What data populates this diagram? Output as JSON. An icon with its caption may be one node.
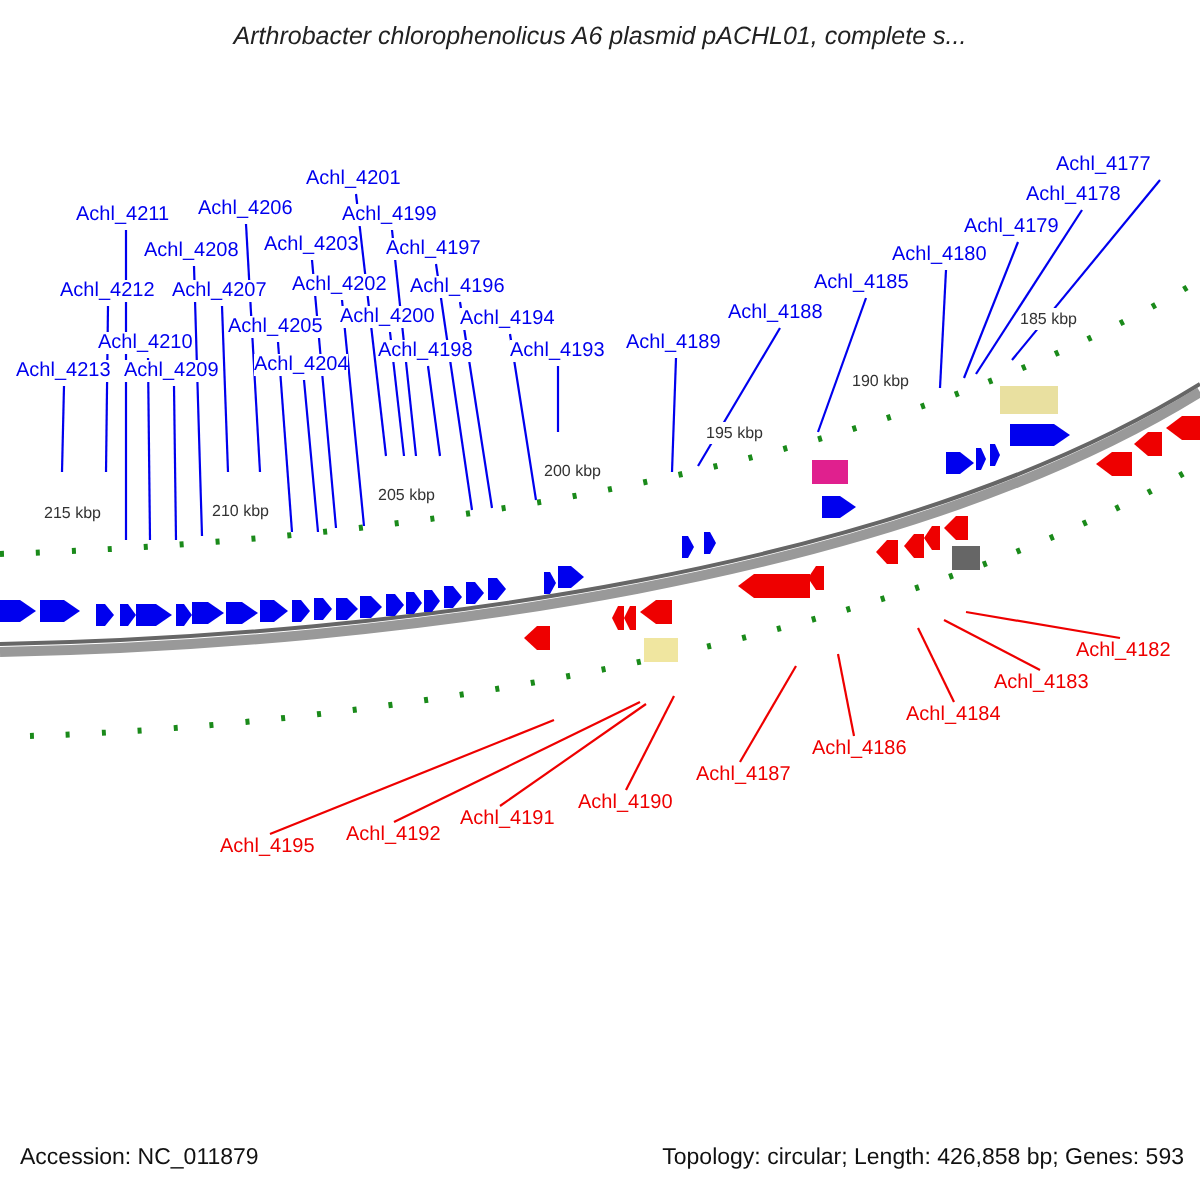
{
  "diagram": {
    "title": "Arthrobacter chlorophenolicus A6 plasmid pACHL01, complete s...",
    "nodes": [
      {
        "text": [
          "Achl_4213"
        ]
      },
      {
        "text": [
          "Achl_4212"
        ]
      },
      {
        "text": [
          "Achl_4211"
        ]
      },
      {
        "text": [
          "Achl_4210"
        ]
      },
      {
        "text": [
          "Achl_4209"
        ]
      },
      {
        "text": [
          "Achl_4208"
        ]
      },
      {
        "text": [
          "Achl_4207"
        ]
      },
      {
        "text": [
          "Achl_4206"
        ]
      },
      {
        "text": [
          "Achl_4205"
        ]
      },
      {
        "text": [
          "Achl_4204"
        ]
      },
      {
        "text": [
          "Achl_4203"
        ]
      },
      {
        "text": [
          "Achl_4202"
        ]
      },
      {
        "text": [
          "Achl_4201"
        ]
      },
      {
        "text": [
          "Achl_4200"
        ]
      },
      {
        "text": [
          "Achl_4199"
        ]
      },
      {
        "text": [
          "Achl_4198"
        ]
      },
      {
        "text": [
          "Achl_4197"
        ]
      },
      {
        "text": [
          "Achl_4196"
        ]
      },
      {
        "text": [
          "Achl_4194"
        ]
      },
      {
        "text": [
          "Achl_4193"
        ]
      },
      {
        "text": [
          "Achl_4189"
        ]
      },
      {
        "text": [
          "Achl_4188"
        ]
      },
      {
        "text": [
          "Achl_4185"
        ]
      },
      {
        "text": [
          "Achl_4180"
        ]
      },
      {
        "text": [
          "Achl_4179"
        ]
      },
      {
        "text": [
          "Achl_4178"
        ]
      },
      {
        "text": [
          "Achl_4177"
        ]
      },
      {
        "text": [
          "Achl_4195"
        ]
      },
      {
        "text": [
          "Achl_4192"
        ]
      },
      {
        "text": [
          "Achl_4191"
        ]
      },
      {
        "text": [
          "Achl_4190"
        ]
      },
      {
        "text": [
          "Achl_4187"
        ]
      },
      {
        "text": [
          "Achl_4186"
        ]
      },
      {
        "text": [
          "Achl_4184"
        ]
      },
      {
        "text": [
          "Achl_4183"
        ]
      },
      {
        "text": [
          "Achl_4182"
        ]
      }
    ],
    "edges": [
      {
        "from": 0,
        "to": null,
        "arrow": "none"
      },
      {
        "from": 1,
        "to": null,
        "arrow": "none"
      },
      {
        "from": 2,
        "to": null,
        "arrow": "none"
      },
      {
        "from": 3,
        "to": null,
        "arrow": "none"
      },
      {
        "from": 4,
        "to": null,
        "arrow": "none"
      },
      {
        "from": 5,
        "to": null,
        "arrow": "none"
      },
      {
        "from": 6,
        "to": null,
        "arrow": "none"
      },
      {
        "from": 7,
        "to": null,
        "arrow": "none"
      },
      {
        "from": 8,
        "to": null,
        "arrow": "none"
      },
      {
        "from": 9,
        "to": null,
        "arrow": "none"
      },
      {
        "from": 10,
        "to": null,
        "arrow": "none"
      },
      {
        "from": 11,
        "to": null,
        "arrow": "none"
      },
      {
        "from": 12,
        "to": null,
        "arrow": "none"
      },
      {
        "from": 13,
        "to": null,
        "arrow": "none"
      },
      {
        "from": 14,
        "to": null,
        "arrow": "none"
      },
      {
        "from": 15,
        "to": null,
        "arrow": "none"
      },
      {
        "from": 16,
        "to": null,
        "arrow": "none"
      },
      {
        "from": 17,
        "to": null,
        "arrow": "none"
      },
      {
        "from": 18,
        "to": null,
        "arrow": "none"
      },
      {
        "from": 19,
        "to": null,
        "arrow": "none"
      },
      {
        "from": 20,
        "to": null,
        "arrow": "none"
      },
      {
        "from": 21,
        "to": null,
        "arrow": "none"
      },
      {
        "from": 22,
        "to": null,
        "arrow": "none"
      },
      {
        "from": 23,
        "to": null,
        "arrow": "none"
      },
      {
        "from": 24,
        "to": null,
        "arrow": "none"
      },
      {
        "from": 25,
        "to": null,
        "arrow": "none"
      },
      {
        "from": 26,
        "to": null,
        "arrow": "none"
      },
      {
        "from": 27,
        "to": null,
        "arrow": "none",
        "color": "#ee0000"
      },
      {
        "from": 28,
        "to": null,
        "arrow": "none",
        "color": "#ee0000"
      },
      {
        "from": 29,
        "to": null,
        "arrow": "none",
        "color": "#ee0000"
      },
      {
        "from": 30,
        "to": null,
        "arrow": "none",
        "color": "#ee0000"
      },
      {
        "from": 31,
        "to": null,
        "arrow": "none",
        "color": "#ee0000"
      },
      {
        "from": 32,
        "to": null,
        "arrow": "none",
        "color": "#ee0000"
      },
      {
        "from": 33,
        "to": null,
        "arrow": "none",
        "color": "#ee0000"
      },
      {
        "from": 34,
        "to": null,
        "arrow": "none",
        "color": "#ee0000"
      },
      {
        "from": 35,
        "to": null,
        "arrow": "none",
        "color": "#ee0000"
      }
    ],
    "labels": [
      "215 kbp",
      "210 kbp",
      "205 kbp",
      "200 kbp",
      "195 kbp",
      "190 kbp",
      "185 kbp",
      "Accession: NC_011879",
      "Topology: circular; Length: 426,858 bp; Genes: 593"
    ]
  }
}
